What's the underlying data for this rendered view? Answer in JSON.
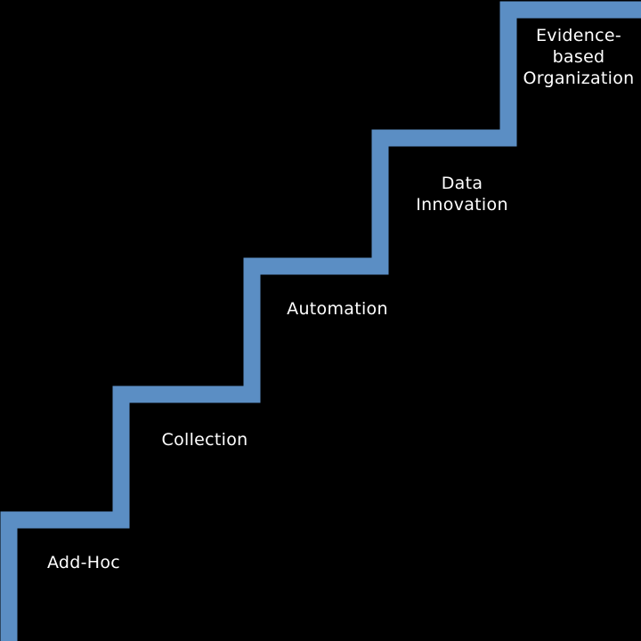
{
  "diagram": {
    "type": "staircase",
    "colors": {
      "background": "#000000",
      "stair_line": "#5b8ec4",
      "label_text": "#ffffff"
    },
    "steps": [
      {
        "label": "Add-Hoc"
      },
      {
        "label": "Collection"
      },
      {
        "label": "Automation"
      },
      {
        "label": "Data\nInnovation"
      },
      {
        "label": "Evidence-\nbased\nOrganization"
      }
    ]
  }
}
